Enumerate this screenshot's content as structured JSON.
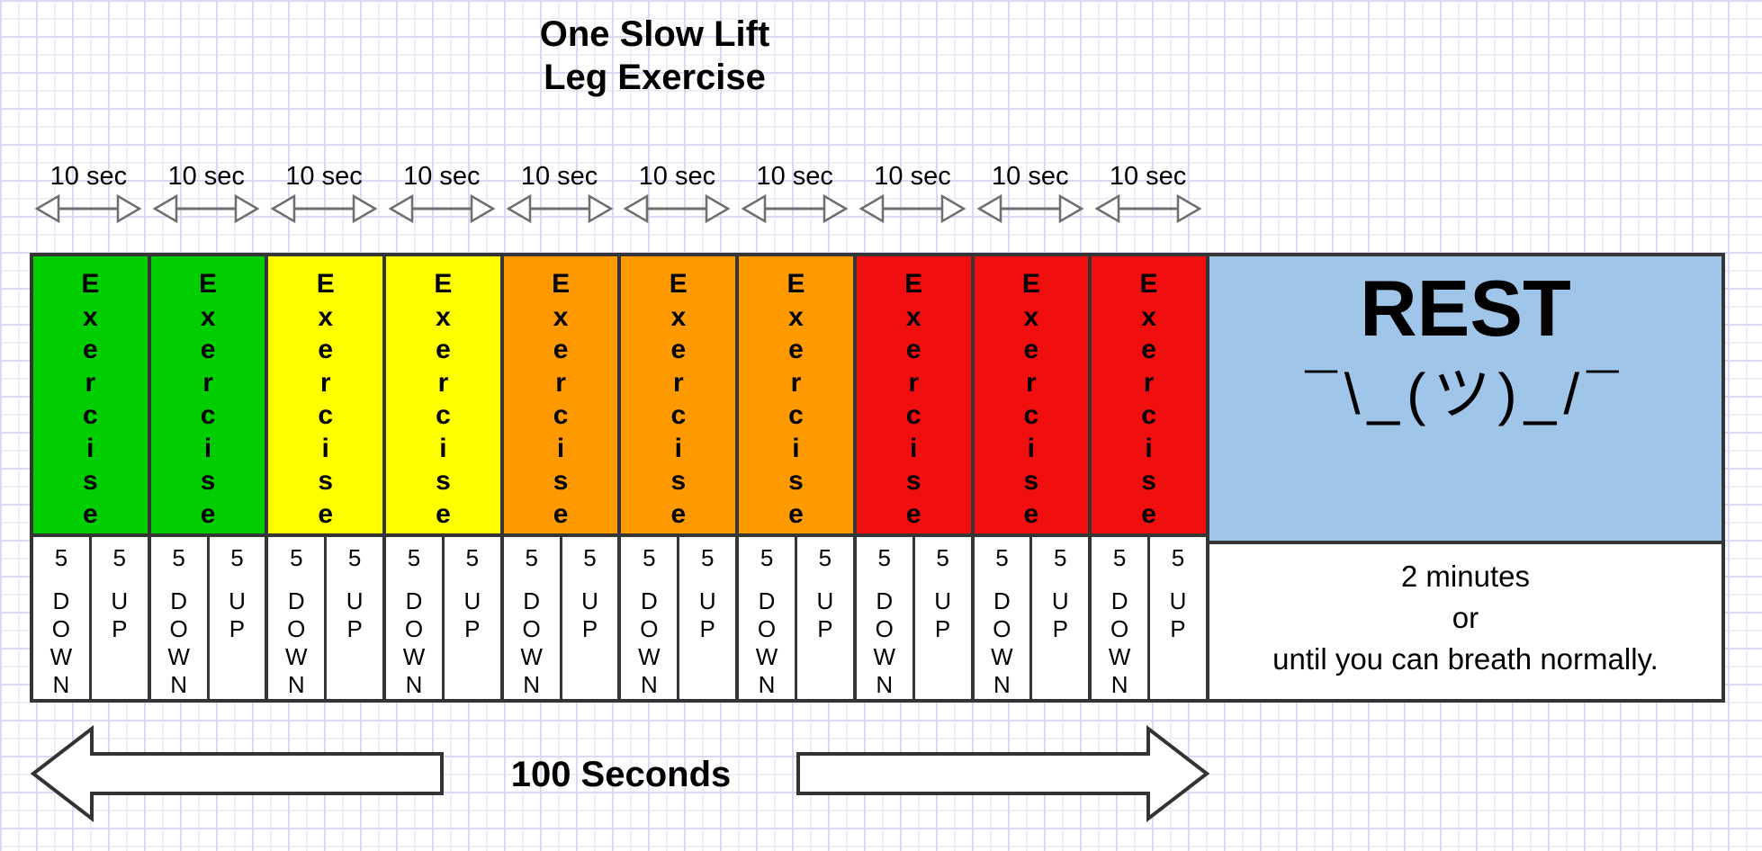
{
  "title": {
    "line1": "One Slow Lift",
    "line2": "Leg Exercise"
  },
  "timers": [
    {
      "label": "10 sec"
    },
    {
      "label": "10 sec"
    },
    {
      "label": "10 sec"
    },
    {
      "label": "10 sec"
    },
    {
      "label": "10 sec"
    },
    {
      "label": "10 sec"
    },
    {
      "label": "10 sec"
    },
    {
      "label": "10 sec"
    },
    {
      "label": "10 sec"
    },
    {
      "label": "10 sec"
    }
  ],
  "columns": [
    {
      "label": "Exercise",
      "color": "#00ce00",
      "down": {
        "count": "5",
        "word": "DOWN"
      },
      "up": {
        "count": "5",
        "word": "UP"
      }
    },
    {
      "label": "Exercise",
      "color": "#00ce00",
      "down": {
        "count": "5",
        "word": "DOWN"
      },
      "up": {
        "count": "5",
        "word": "UP"
      }
    },
    {
      "label": "Exercise",
      "color": "#ffff00",
      "down": {
        "count": "5",
        "word": "DOWN"
      },
      "up": {
        "count": "5",
        "word": "UP"
      }
    },
    {
      "label": "Exercise",
      "color": "#ffff00",
      "down": {
        "count": "5",
        "word": "DOWN"
      },
      "up": {
        "count": "5",
        "word": "UP"
      }
    },
    {
      "label": "Exercise",
      "color": "#ff9900",
      "down": {
        "count": "5",
        "word": "DOWN"
      },
      "up": {
        "count": "5",
        "word": "UP"
      }
    },
    {
      "label": "Exercise",
      "color": "#ff9900",
      "down": {
        "count": "5",
        "word": "DOWN"
      },
      "up": {
        "count": "5",
        "word": "UP"
      }
    },
    {
      "label": "Exercise",
      "color": "#ff9900",
      "down": {
        "count": "5",
        "word": "DOWN"
      },
      "up": {
        "count": "5",
        "word": "UP"
      }
    },
    {
      "label": "Exercise",
      "color": "#f10e0e",
      "down": {
        "count": "5",
        "word": "DOWN"
      },
      "up": {
        "count": "5",
        "word": "UP"
      }
    },
    {
      "label": "Exercise",
      "color": "#f10e0e",
      "down": {
        "count": "5",
        "word": "DOWN"
      },
      "up": {
        "count": "5",
        "word": "UP"
      }
    },
    {
      "label": "Exercise",
      "color": "#f10e0e",
      "down": {
        "count": "5",
        "word": "DOWN"
      },
      "up": {
        "count": "5",
        "word": "UP"
      }
    }
  ],
  "rest": {
    "title": "REST",
    "emoticon": "¯\\_(ツ)_/¯",
    "color": "#9fc5e8",
    "note_lines": [
      "2 minutes",
      "or",
      "until you can breath normally."
    ]
  },
  "footer": {
    "label": "100 Seconds"
  },
  "colors": {
    "border": "#353535",
    "arrow_outline": "#6e6e6e",
    "block_arrow_outline": "#333333",
    "grid_line": "#ddd8f1"
  }
}
